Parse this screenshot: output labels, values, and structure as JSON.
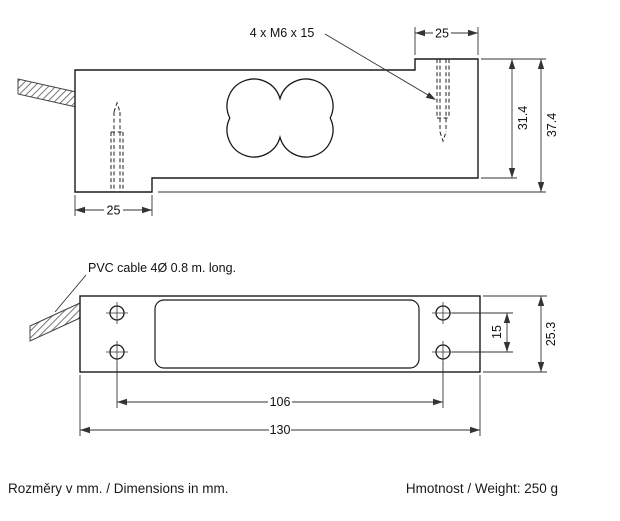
{
  "side_view": {
    "bolt_callout": "4 x M6 x 15",
    "dims": {
      "boss_width": "25",
      "body_height": "31.4",
      "total_height": "37.4",
      "foot_width": "25"
    }
  },
  "plan_view": {
    "cable_callout": "PVC cable 4Ø 0.8 m. long.",
    "dims": {
      "hole_pitch_width": "15",
      "total_width": "25.3",
      "hole_pitch_length": "106",
      "total_length": "130"
    }
  },
  "footer": {
    "dimensions_note": "Rozměry v mm. / Dimensions in mm.",
    "weight_note": "Hmotnost / Weight: 250 g"
  },
  "colors": {
    "outline": "#1a1a1a",
    "dimension": "#333333",
    "hatch": "#666666",
    "background": "#ffffff"
  }
}
